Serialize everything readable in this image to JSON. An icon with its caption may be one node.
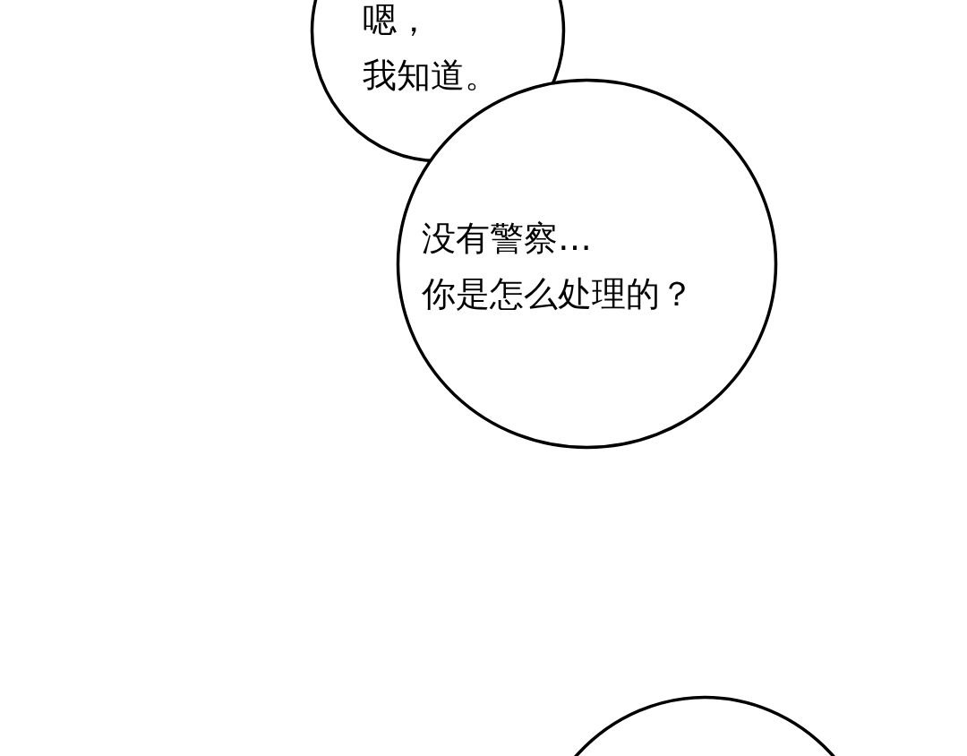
{
  "diagram": {
    "nodes": [
      {
        "text": [
          "嗯，我知道。"
        ]
      },
      {
        "text": [
          "没有警察…你是怎么处理的？"
        ]
      },
      {
        "text": [],
        "shape": "circle"
      }
    ],
    "edges": []
  }
}
